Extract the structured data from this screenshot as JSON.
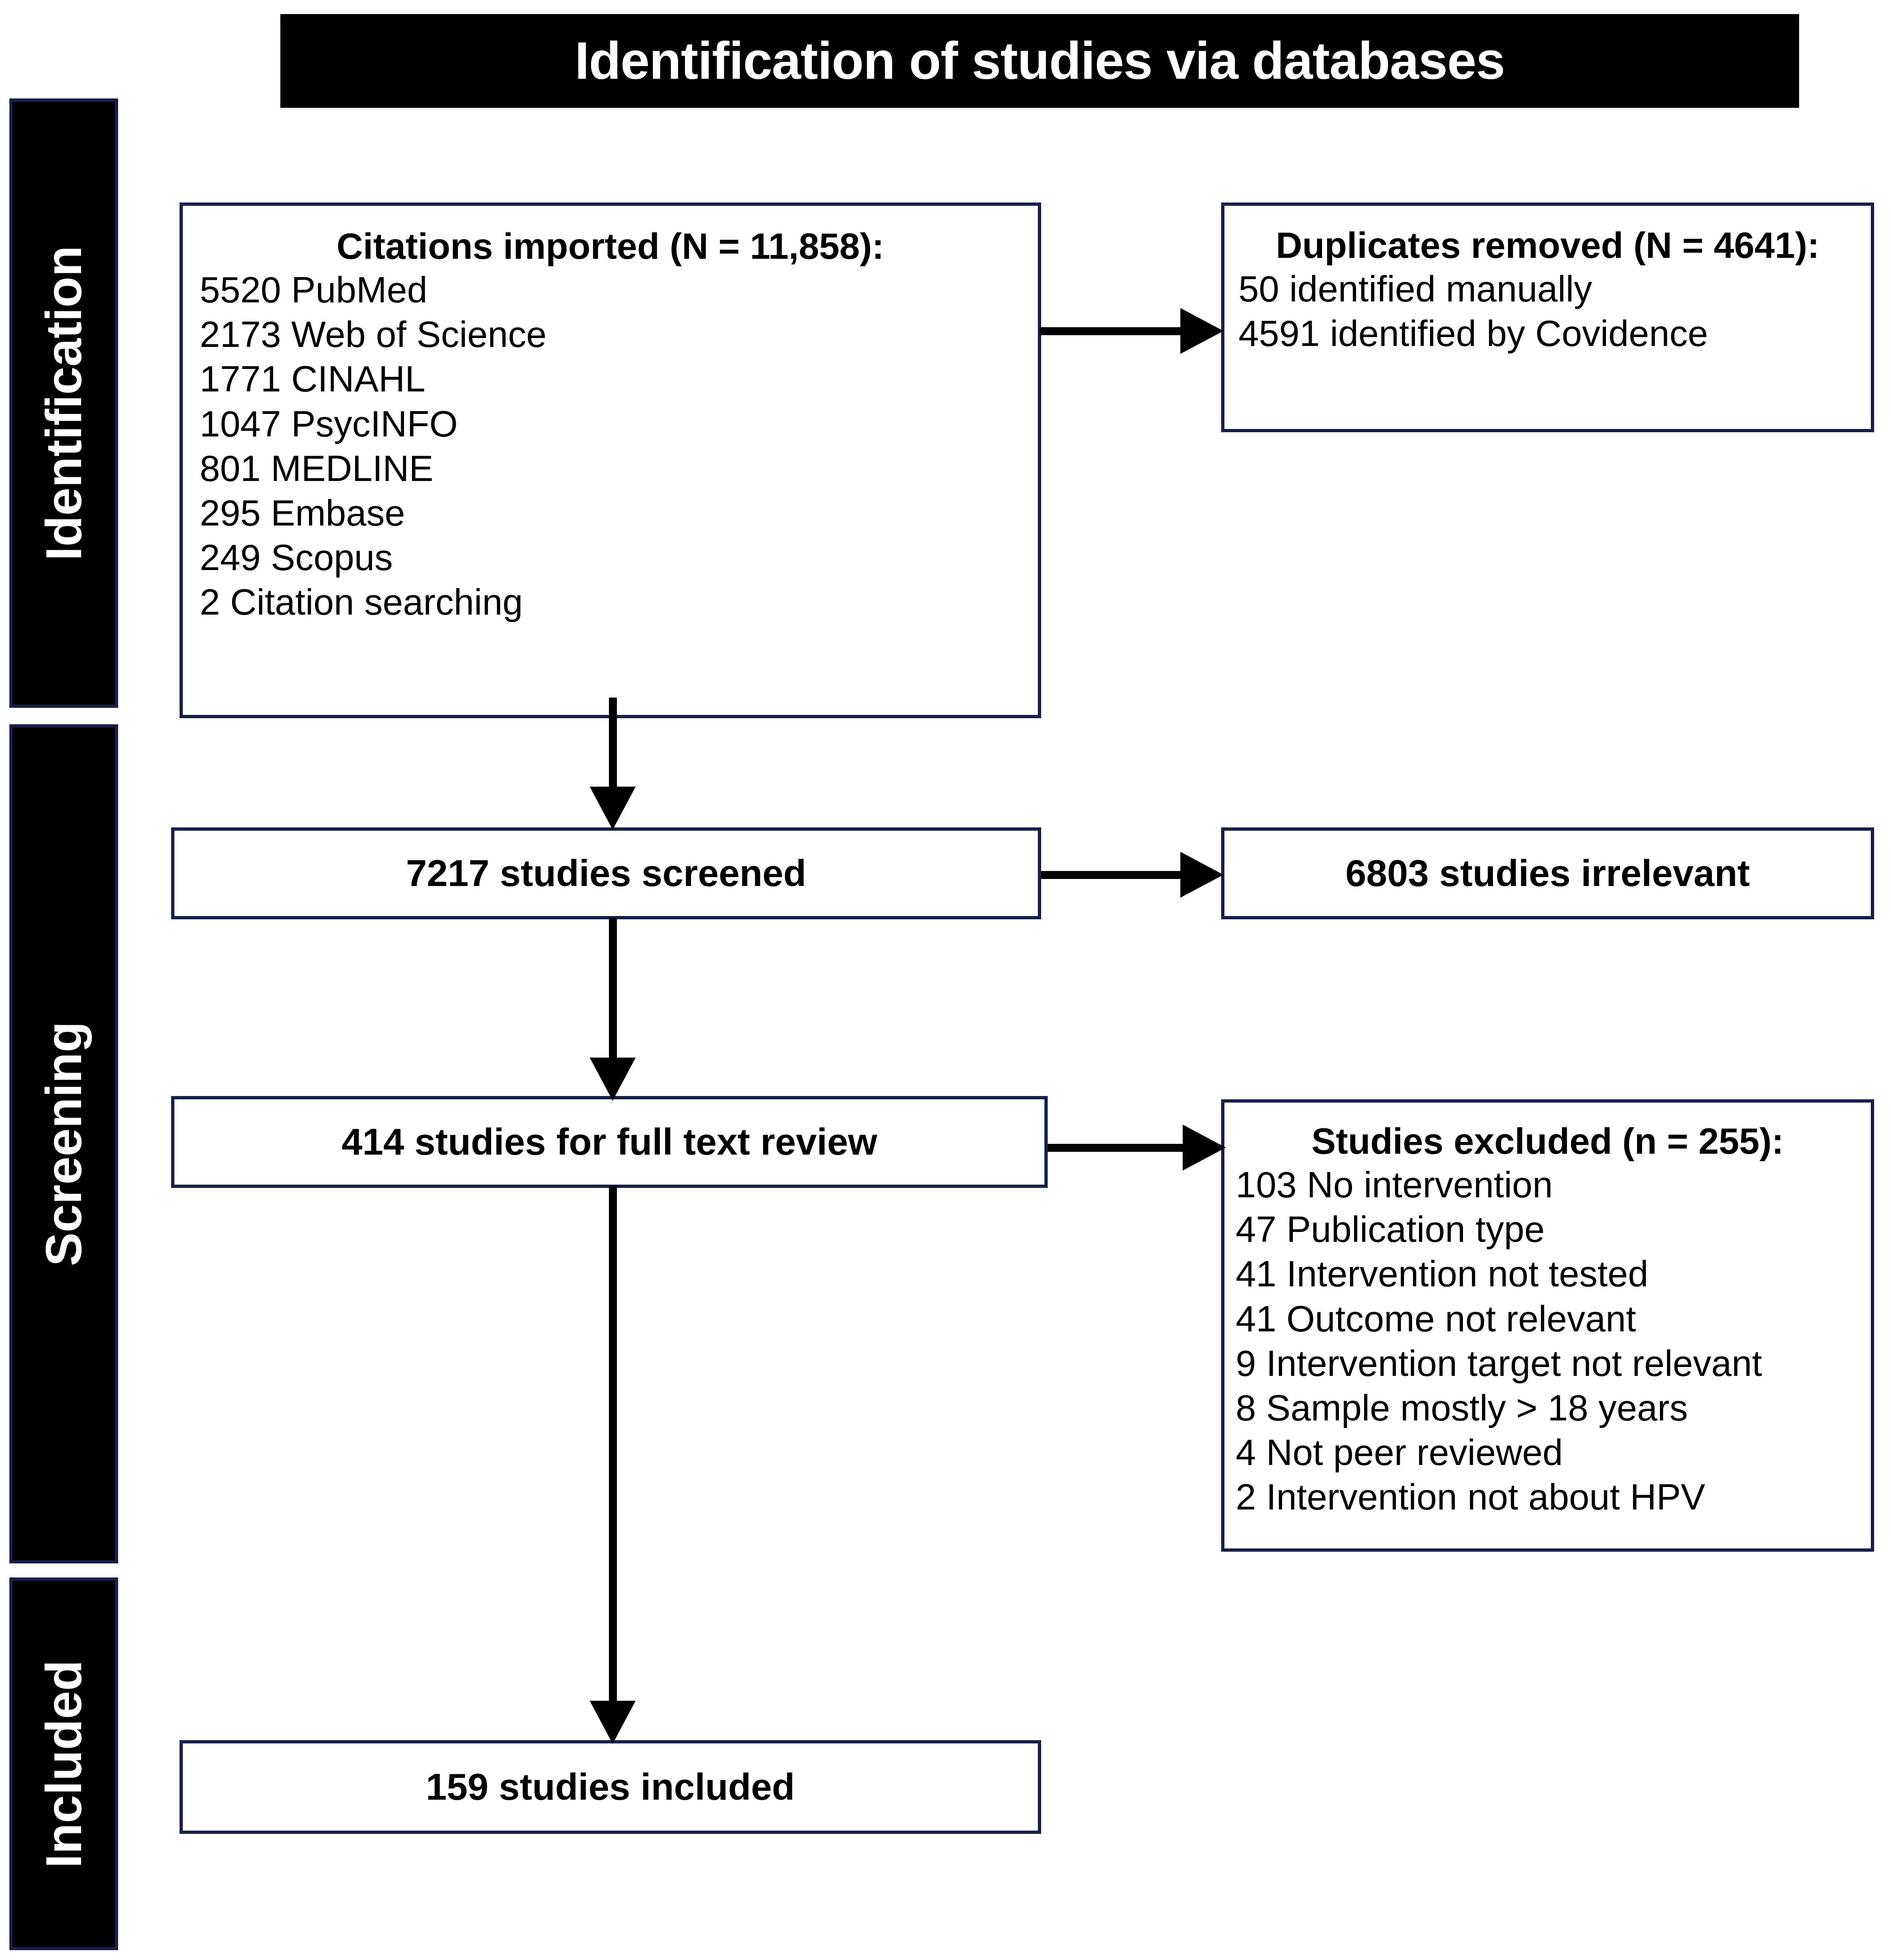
{
  "diagram": {
    "title": "Identification of studies via databases"
  },
  "stages": [
    {
      "key": "identification",
      "label": "Identification"
    },
    {
      "key": "screening",
      "label": "Screening"
    },
    {
      "key": "included",
      "label": "Included"
    }
  ],
  "boxes": {
    "citations": {
      "heading": "Citations imported (N = 11,858):",
      "lines": [
        "5520 PubMed",
        "2173 Web of Science",
        "1771 CINAHL",
        "1047 PsycINFO",
        "801 MEDLINE",
        "295 Embase",
        "249 Scopus",
        "2 Citation searching"
      ]
    },
    "duplicates": {
      "heading": "Duplicates removed (N = 4641):",
      "lines": [
        "50 identified manually",
        "4591 identified by Covidence"
      ]
    },
    "screened": {
      "label": "7217 studies screened"
    },
    "irrelevant": {
      "label": "6803 studies irrelevant"
    },
    "fulltext": {
      "label": "414 studies for full text review"
    },
    "excluded": {
      "heading": "Studies excluded (n = 255):",
      "lines": [
        "103 No intervention",
        "47 Publication type",
        "41 Intervention not tested",
        "41 Outcome not relevant",
        "9 Intervention target not relevant",
        "8 Sample mostly > 18 years",
        "4 Not peer reviewed",
        "2 Intervention not about HPV"
      ]
    },
    "included": {
      "label": "159 studies included"
    }
  },
  "colors": {
    "header_fill": "#000000",
    "header_text": "#ffffff",
    "box_border": "#16204a",
    "box_fill": "#ffffff",
    "text": "#000000",
    "arrow": "#000000"
  },
  "chart_data": {
    "type": "diagram",
    "title": "Identification of studies via databases",
    "nodes": [
      {
        "id": "citations",
        "stage": "Identification",
        "total": 11858,
        "label": "Citations imported (N = 11,858):",
        "breakdown": [
          {
            "source": "PubMed",
            "n": 5520
          },
          {
            "source": "Web of Science",
            "n": 2173
          },
          {
            "source": "CINAHL",
            "n": 1771
          },
          {
            "source": "PsycINFO",
            "n": 1047
          },
          {
            "source": "MEDLINE",
            "n": 801
          },
          {
            "source": "Embase",
            "n": 295
          },
          {
            "source": "Scopus",
            "n": 249
          },
          {
            "source": "Citation searching",
            "n": 2
          }
        ]
      },
      {
        "id": "duplicates",
        "stage": "Identification",
        "total": 4641,
        "label": "Duplicates removed (N = 4641):",
        "breakdown": [
          {
            "source": "identified manually",
            "n": 50
          },
          {
            "source": "identified by Covidence",
            "n": 4591
          }
        ]
      },
      {
        "id": "screened",
        "stage": "Screening",
        "total": 7217,
        "label": "7217 studies screened"
      },
      {
        "id": "irrelevant",
        "stage": "Screening",
        "total": 6803,
        "label": "6803 studies irrelevant"
      },
      {
        "id": "fulltext",
        "stage": "Screening",
        "total": 414,
        "label": "414 studies for full text review"
      },
      {
        "id": "excluded",
        "stage": "Screening",
        "total": 255,
        "label": "Studies excluded (n = 255):",
        "breakdown": [
          {
            "reason": "No intervention",
            "n": 103
          },
          {
            "reason": "Publication type",
            "n": 47
          },
          {
            "reason": "Intervention not tested",
            "n": 41
          },
          {
            "reason": "Outcome not relevant",
            "n": 41
          },
          {
            "reason": "Intervention target not relevant",
            "n": 9
          },
          {
            "reason": "Sample mostly > 18 years",
            "n": 8
          },
          {
            "reason": "Not peer reviewed",
            "n": 4
          },
          {
            "reason": "Intervention not about HPV",
            "n": 2
          }
        ]
      },
      {
        "id": "included",
        "stage": "Included",
        "total": 159,
        "label": "159 studies included"
      }
    ],
    "edges": [
      {
        "from": "citations",
        "to": "duplicates",
        "direction": "right"
      },
      {
        "from": "citations",
        "to": "screened",
        "direction": "down"
      },
      {
        "from": "screened",
        "to": "irrelevant",
        "direction": "right"
      },
      {
        "from": "screened",
        "to": "fulltext",
        "direction": "down"
      },
      {
        "from": "fulltext",
        "to": "excluded",
        "direction": "right"
      },
      {
        "from": "fulltext",
        "to": "included",
        "direction": "down"
      }
    ]
  }
}
